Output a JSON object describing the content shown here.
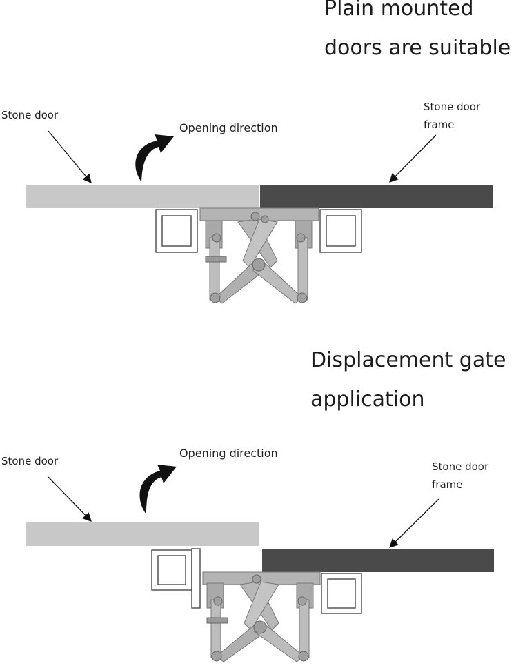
{
  "top": {
    "title": "Plain mounted\ndoors are suitable",
    "stone_door_label": "Stone door",
    "opening_direction_label": "Opening direction",
    "frame_label": "Stone door\nframe"
  },
  "bottom": {
    "title": "Displacement gate\napplication",
    "stone_door_label": "Stone door",
    "opening_direction_label": "Opening direction",
    "frame_label": "Stone door\nframe"
  },
  "colors": {
    "door": "#c8c8c8",
    "frame": "#4a4a4a",
    "hinge_metal": "#b4b4b4",
    "arrow": "#111111"
  }
}
